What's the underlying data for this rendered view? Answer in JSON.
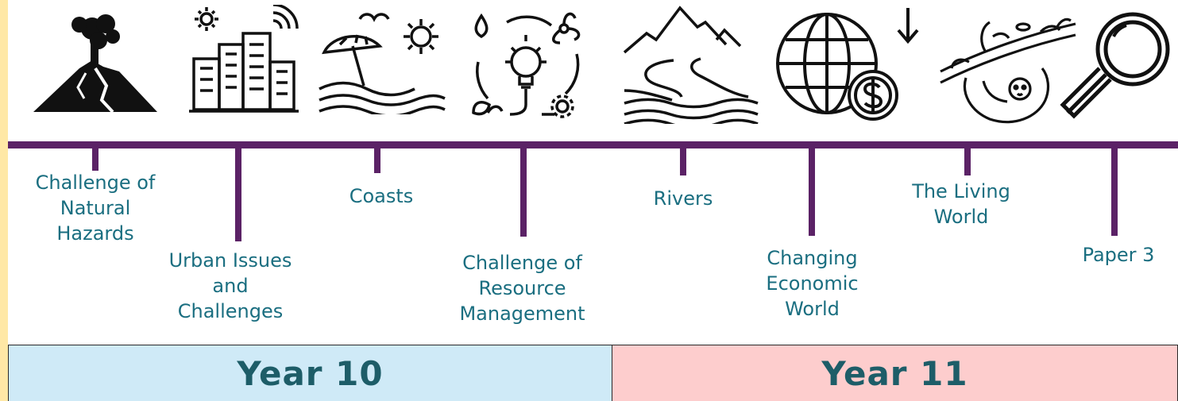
{
  "colors": {
    "timeline": "#5b2266",
    "label_text": "#1a6e80",
    "year_text": "#1d5d68",
    "year10_bg": "#cfeaf7",
    "year11_bg": "#fdcdcd",
    "left_strip": "#ffe8a6"
  },
  "topics": [
    {
      "label": "Challenge of\nNatural\nHazards",
      "icon": "volcano-icon"
    },
    {
      "label": "Urban Issues\nand\nChallenges",
      "icon": "city-buildings-icon"
    },
    {
      "label": "Coasts",
      "icon": "beach-umbrella-sun-icon"
    },
    {
      "label": "Challenge of\nResource\nManagement",
      "icon": "lightbulb-resources-icon"
    },
    {
      "label": "Rivers",
      "icon": "mountain-river-icon"
    },
    {
      "label": "Changing\nEconomic\nWorld",
      "icon": "globe-dollar-icon"
    },
    {
      "label": "The Living\nWorld",
      "icon": "sloth-branch-icon"
    },
    {
      "label": "Paper 3",
      "icon": "magnifying-glass-icon"
    }
  ],
  "years": {
    "year10": "Year 10",
    "year11": "Year 11"
  }
}
